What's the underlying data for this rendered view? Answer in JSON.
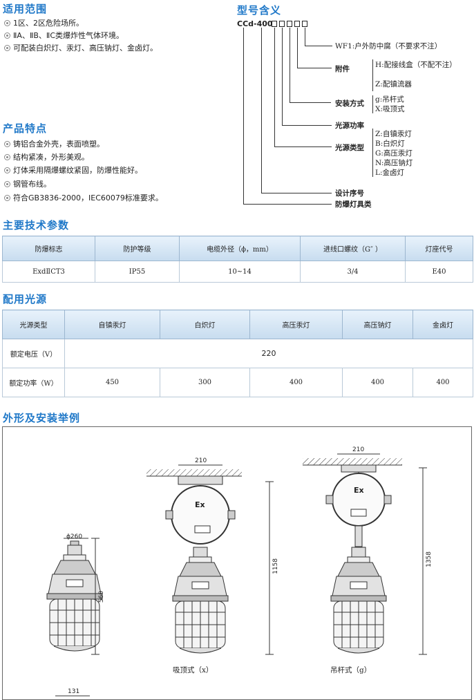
{
  "sections": {
    "scope_title": "适用范围",
    "scope_items": [
      "1区、2区危险场所。",
      "ⅡA、ⅡB、ⅡC类爆炸性气体环境。",
      "可配装白炽灯、汞灯、高压钠灯、金卤灯。"
    ],
    "features_title": "产品特点",
    "features_items": [
      "铸铝合金外壳，表面喷塑。",
      "结构紧凑，外形美观。",
      "灯体采用隔爆螺纹紧固，防爆性能好。",
      "钢管布线。",
      "符合GB3836-2000，IEC60079标准要求。"
    ],
    "model_title": "型号含义",
    "params_title": "主要技术参数",
    "light_title": "配用光源",
    "install_title": "外形及安装举例"
  },
  "model": {
    "code": "CCd-400",
    "labels": {
      "wf1": "WF1:户外防中腐（不要求不注）",
      "accessory": "附件",
      "acc_h": "H:配接线盒（不配不注）",
      "acc_z": "Z:配镇流器",
      "mount": "安装方式",
      "mount_g": "g:吊杆式",
      "mount_x": "X:吸顶式",
      "power": "光源功率",
      "source": "光源类型",
      "src_z": "Z:自镇汞灯",
      "src_b": "B:白炽灯",
      "src_g": "G:高压汞灯",
      "src_n": "N:高压钠灯",
      "src_l": "L:金卤灯",
      "serial": "设计序号",
      "category": "防爆灯具类"
    }
  },
  "params_table": {
    "headers": [
      "防爆标志",
      "防护等级",
      "电缆外径（ϕ，mm）",
      "进线口螺纹（G″ ）",
      "灯座代号"
    ],
    "row": [
      "ExdⅡCT3",
      "IP55",
      "10~14",
      "3/4",
      "E40"
    ]
  },
  "light_table": {
    "headers": [
      "光源类型",
      "自镇汞灯",
      "白炽灯",
      "高压汞灯",
      "高压钠灯",
      "金卤灯"
    ],
    "voltage_label": "额定电压（V）",
    "voltage": "220",
    "power_label": "额定功率（W）",
    "powers": [
      "450",
      "300",
      "400",
      "400",
      "400"
    ]
  },
  "drawing": {
    "dia": "ϕ260",
    "h1": "560",
    "w_ceiling": "210",
    "h_ceiling": "1158",
    "w_pendant": "210",
    "h_pendant": "1358",
    "ex": "Ex",
    "cap_ceiling": "吸顶式（x）",
    "cap_pendant": "吊杆式（g）",
    "bottom_dim": "131"
  }
}
